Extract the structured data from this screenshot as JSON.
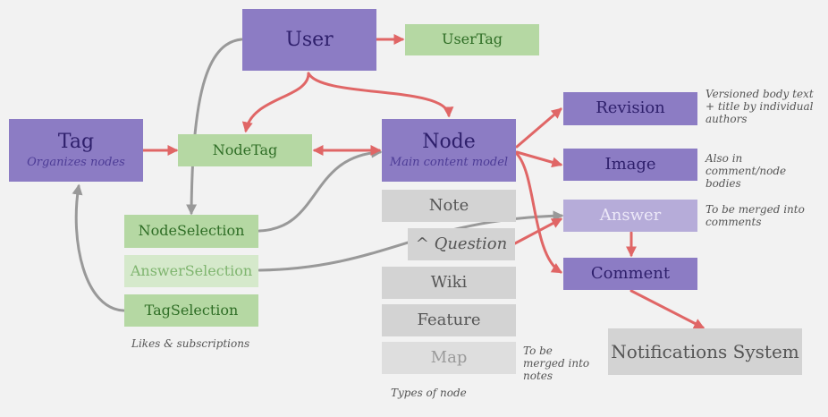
{
  "colors": {
    "arrow_red": "#e06666",
    "arrow_gray": "#999999",
    "entity_purple": "#8c7cc4",
    "join_green": "#b5d8a3",
    "node_type_gray": "#d3d3d3"
  },
  "nodes": {
    "user": {
      "label": "User"
    },
    "user_tag": {
      "label": "UserTag"
    },
    "tag": {
      "label": "Tag",
      "subtitle": "Organizes nodes"
    },
    "node_tag": {
      "label": "NodeTag"
    },
    "node": {
      "label": "Node",
      "subtitle": "Main content model"
    },
    "revision": {
      "label": "Revision"
    },
    "image": {
      "label": "Image"
    },
    "answer": {
      "label": "Answer"
    },
    "comment": {
      "label": "Comment"
    },
    "node_selection": {
      "label": "NodeSelection"
    },
    "answer_selection": {
      "label": "AnswerSelection"
    },
    "tag_selection": {
      "label": "TagSelection"
    },
    "note": {
      "label": "Note"
    },
    "question": {
      "label": "^ Question"
    },
    "wiki": {
      "label": "Wiki"
    },
    "feature": {
      "label": "Feature"
    },
    "map": {
      "label": "Map"
    },
    "notifications": {
      "label": "Notifications System"
    }
  },
  "annotations": {
    "revision": "Versioned body text + title by individual authors",
    "image": "Also in comment/node bodies",
    "answer": "To be merged into comments",
    "map": "To be merged into notes",
    "selections": "Likes & subscriptions",
    "node_types": "Types of node"
  }
}
